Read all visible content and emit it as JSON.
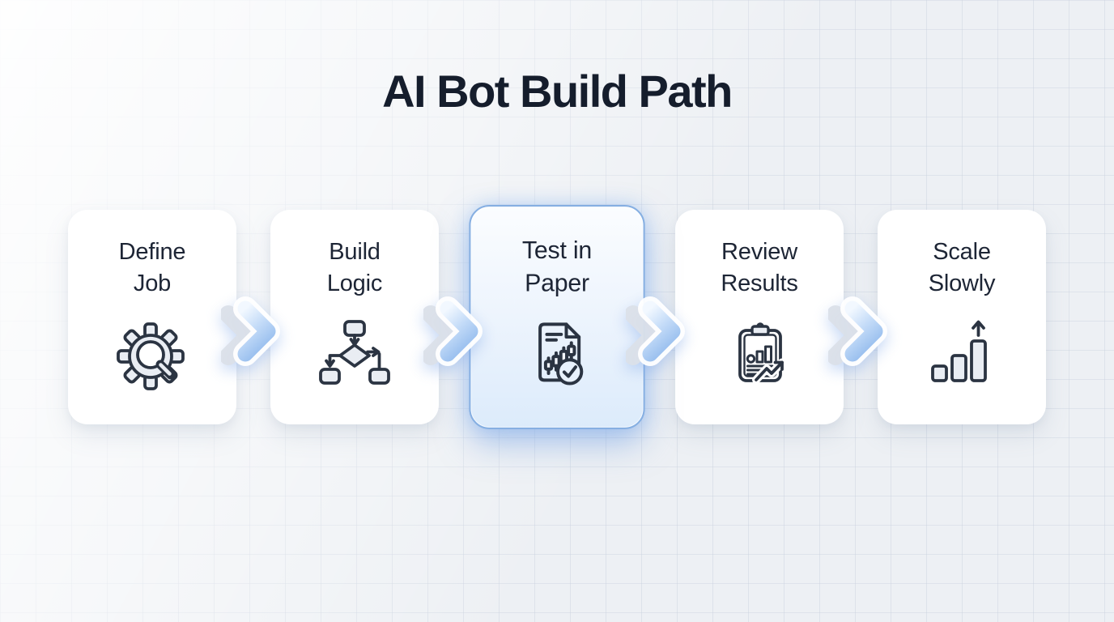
{
  "page": {
    "title": "AI Bot Build Path"
  },
  "steps": [
    {
      "title": "Define Job",
      "lines": [
        "Define",
        "Job"
      ],
      "icon": "gear-search-icon",
      "highlighted": false
    },
    {
      "title": "Build Logic",
      "lines": [
        "Build",
        "Logic"
      ],
      "icon": "flowchart-icon",
      "highlighted": false
    },
    {
      "title": "Test in Paper",
      "lines": [
        "Test in",
        "Paper"
      ],
      "icon": "document-candlestick-check-icon",
      "highlighted": true
    },
    {
      "title": "Review Results",
      "lines": [
        "Review",
        "Results"
      ],
      "icon": "clipboard-chart-icon",
      "highlighted": false
    },
    {
      "title": "Scale Slowly",
      "lines": [
        "Scale",
        "Slowly"
      ],
      "icon": "bar-chart-growth-icon",
      "highlighted": false
    }
  ],
  "connector": "right-chevron-arrow",
  "colors": {
    "background": "#edf0f4",
    "grid_line": "#c9d1de",
    "card_background": "#ffffff",
    "highlight_card_background": "#e6f0fc",
    "highlight_border": "#86afe2",
    "title_text": "#151d2c",
    "card_text": "#1d2535",
    "icon_stroke": "#2b3442",
    "icon_fill": "#e9edf3",
    "arrow_blue_light": "#eef6ff",
    "arrow_blue_deep": "#9cc1ef"
  }
}
